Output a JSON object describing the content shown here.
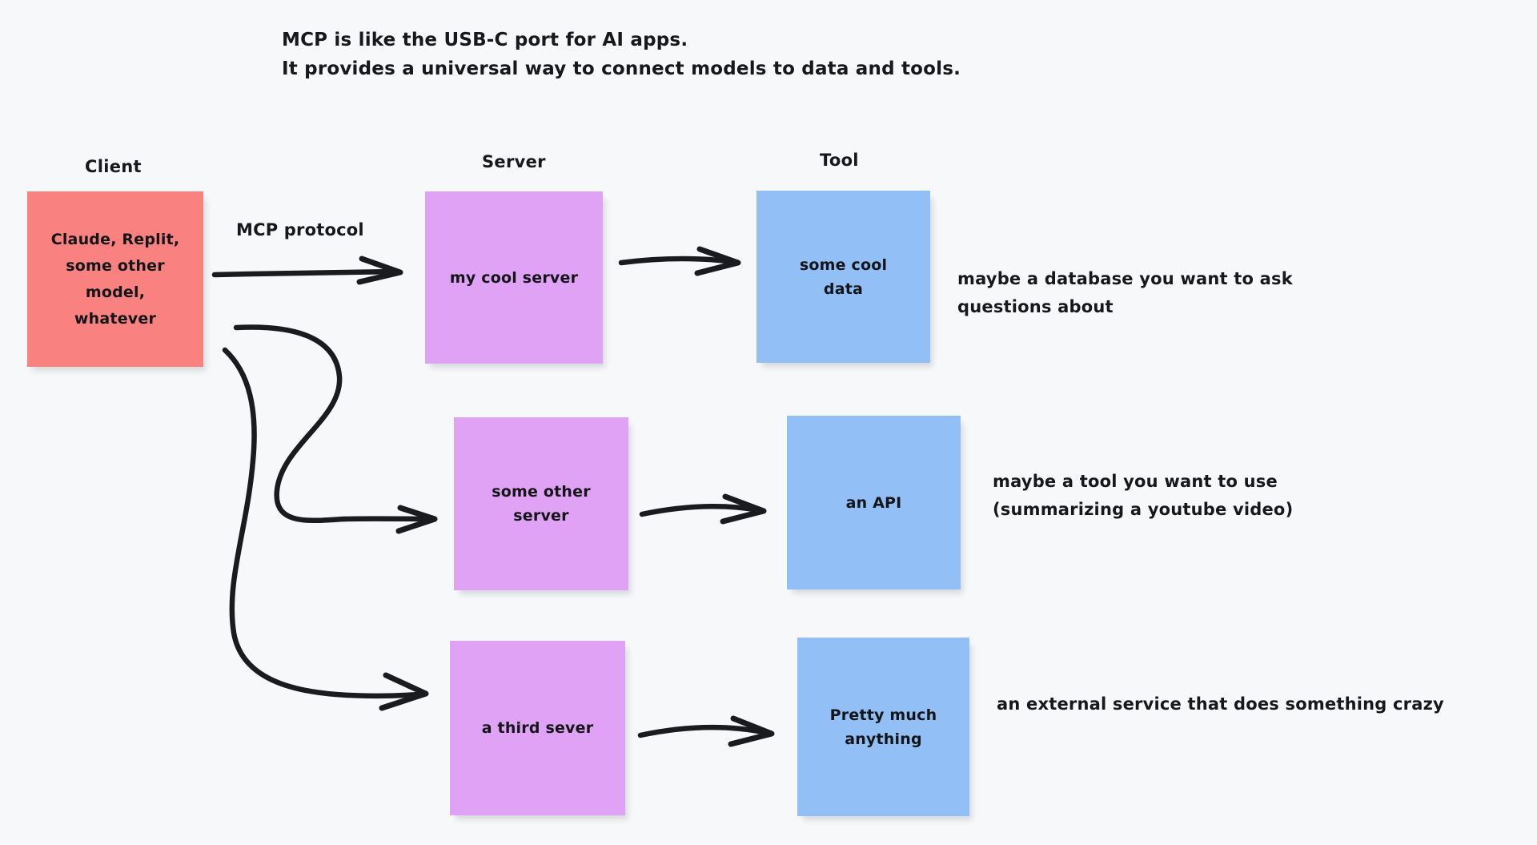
{
  "page": {
    "background_color": "#F7F8FA",
    "ink_color": "#17181B"
  },
  "header": {
    "line1": "MCP is like the USB-C port for AI apps.",
    "line2": "It provides a universal way to connect models to data and tools."
  },
  "columns": [
    {
      "id": "client",
      "label": "Client"
    },
    {
      "id": "server",
      "label": "Server"
    },
    {
      "id": "tool",
      "label": "Tool"
    }
  ],
  "nodes": {
    "client": {
      "label": "Claude, Replit,\nsome other\nmodel,\nwhatever",
      "color": "#F98281"
    },
    "servers": [
      {
        "label": "my cool server",
        "color": "#DFA2F4"
      },
      {
        "label": "some other\nserver",
        "color": "#DFA2F4"
      },
      {
        "label": "a third sever",
        "color": "#DFA2F4"
      }
    ],
    "tools": [
      {
        "label": "some cool\ndata",
        "color": "#92C0F6"
      },
      {
        "label": "an API",
        "color": "#92C0F6"
      },
      {
        "label": "Pretty much\nanything",
        "color": "#92C0F6"
      }
    ]
  },
  "edges": {
    "mcp_protocol_label": "MCP protocol"
  },
  "annotations": [
    {
      "text": "maybe a database you want to ask\nquestions about"
    },
    {
      "text": "maybe a tool you want to use\n(summarizing a youtube video)"
    },
    {
      "text": "an external service that does something crazy"
    }
  ]
}
